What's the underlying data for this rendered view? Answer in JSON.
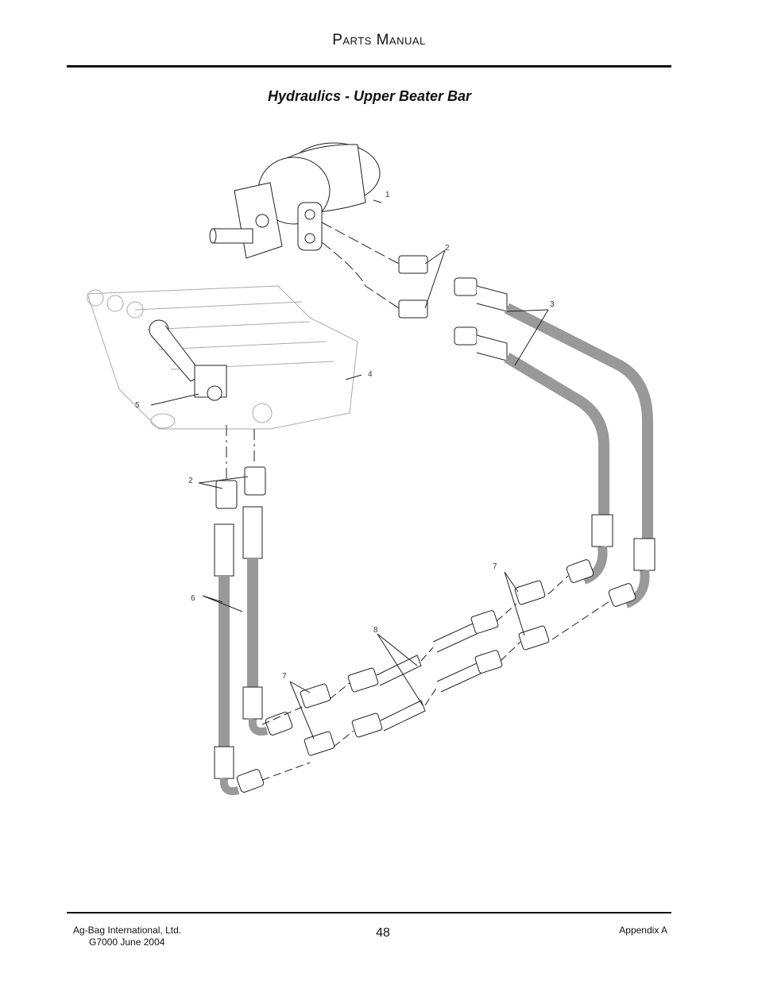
{
  "header": {
    "title": "Parts Manual"
  },
  "section": {
    "title": "Hydraulics - Upper Beater Bar"
  },
  "diagram": {
    "callouts": [
      "1",
      "2",
      "3",
      "4",
      "5",
      "2",
      "6",
      "7",
      "8",
      "7"
    ]
  },
  "footer": {
    "company": "Ag-Bag International, Ltd.",
    "model_date": "G7000 June 2004",
    "page_number": "48",
    "appendix": "Appendix A"
  }
}
